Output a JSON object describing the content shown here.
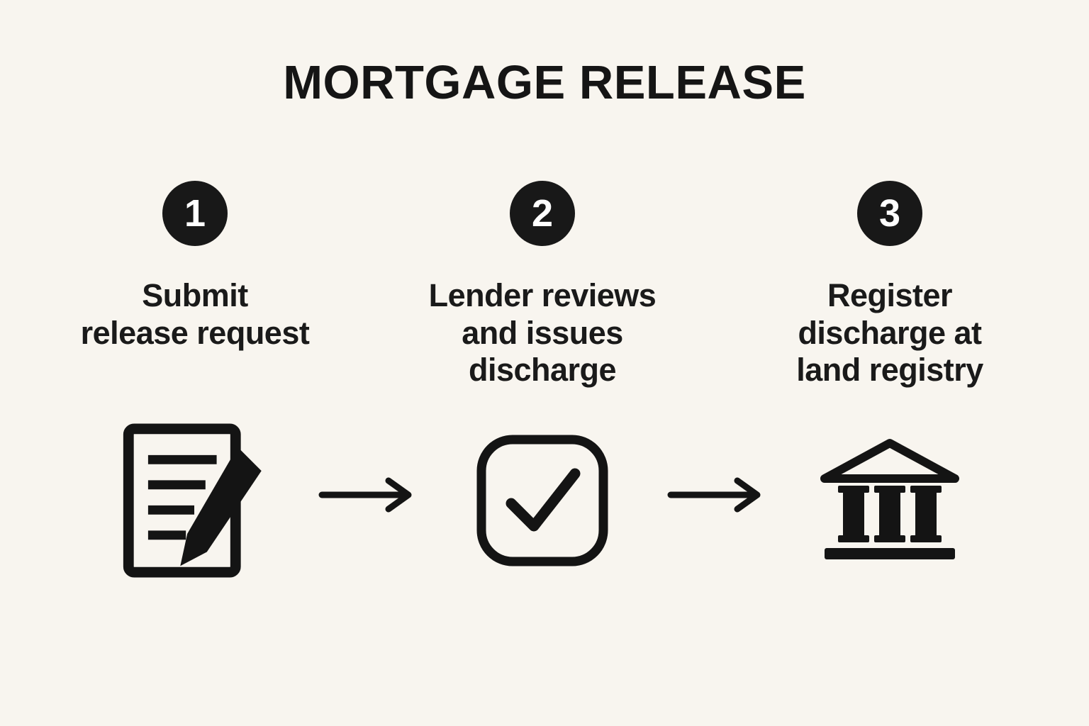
{
  "title": "MORTGAGE RELEASE",
  "steps": [
    {
      "number": "1",
      "label": "Submit\nrelease request",
      "icon": "document-pen-icon"
    },
    {
      "number": "2",
      "label": "Lender reviews\nand issues discharge",
      "icon": "checkmark-icon"
    },
    {
      "number": "3",
      "label": "Register\ndischarge at\nland registry",
      "icon": "bank-icon"
    }
  ],
  "colors": {
    "background": "#f8f5ef",
    "ink": "#141414",
    "badge_bg": "#181818",
    "badge_text": "#ffffff"
  }
}
